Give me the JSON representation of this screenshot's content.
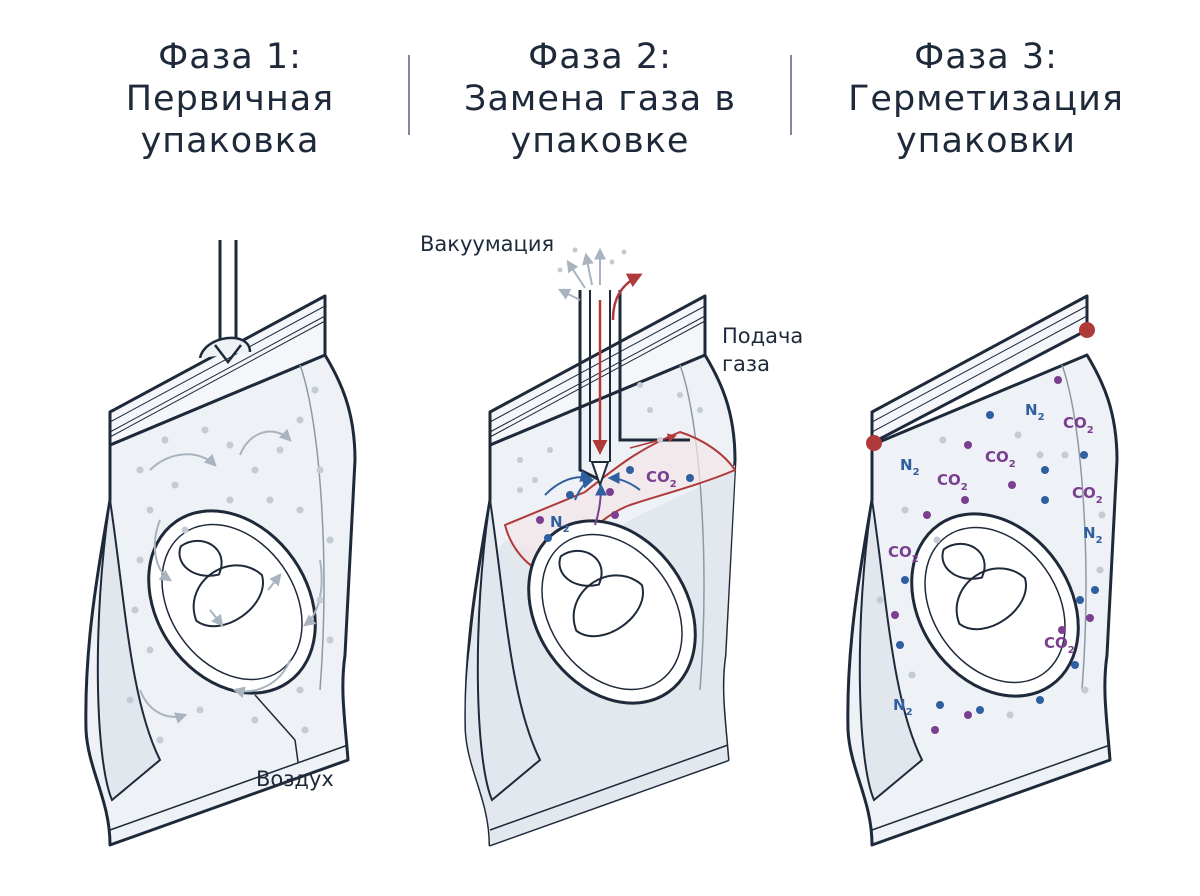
{
  "phases": [
    {
      "line1": "Фаза 1:",
      "line2": "Первичная",
      "line3": "упаковка"
    },
    {
      "line1": "Фаза 2:",
      "line2": "Замена газа в",
      "line3": "упаковке"
    },
    {
      "line1": "Фаза 3:",
      "line2": "Герметизация",
      "line3": "упаковки"
    }
  ],
  "labels": {
    "air": "Воздух",
    "vacuum": "Вакуумация",
    "gas_feed_1": "Подача",
    "gas_feed_2": "газа"
  },
  "gases": {
    "n2_main": "N",
    "n2_sub": "2",
    "co2_main": "CO",
    "co2_sub": "2"
  },
  "colors": {
    "outline": "#1e2a3a",
    "red": "#b03a3a",
    "blue_dot": "#2f5f9e",
    "purple_dot": "#7a3f8e",
    "grey_dot": "#c4cbd4",
    "arrow_grey": "#a9b4c0",
    "bag_fill": "#eef1f5"
  }
}
